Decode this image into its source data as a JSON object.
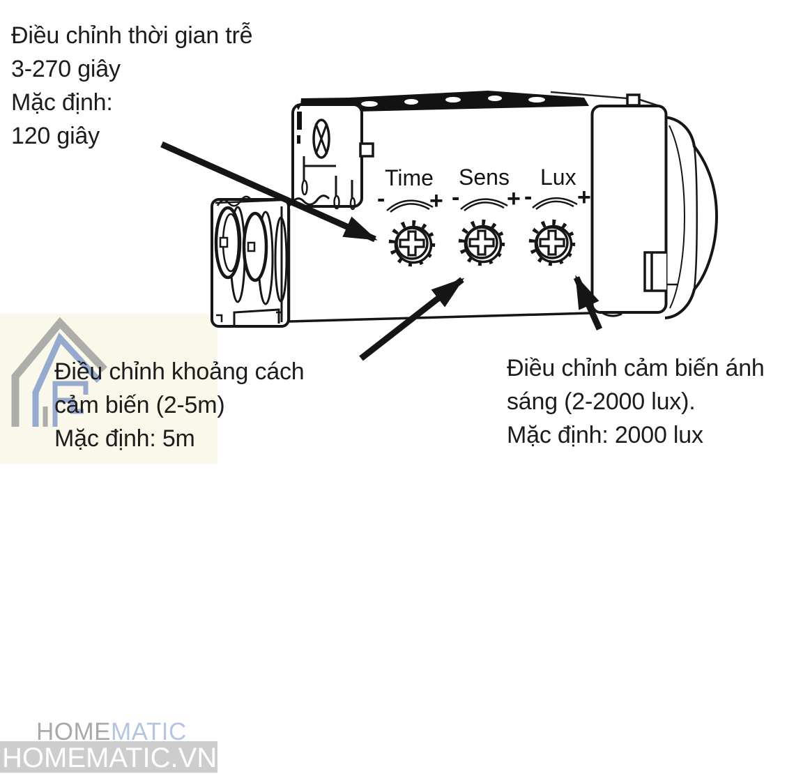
{
  "figure": {
    "annotations": {
      "time": {
        "lines": [
          "Điều chỉnh thời gian trễ",
          "3-270 giây",
          "Mặc định:",
          "120 giây"
        ]
      },
      "distance": {
        "lines": [
          "Điều chỉnh khoảng cách",
          "cảm biến (2-5m)",
          "Mặc định: 5m"
        ]
      },
      "lux": {
        "lines": [
          "Điều chỉnh cảm biến ánh",
          "sáng (2-2000 lux).",
          "Mặc định: 2000 lux"
        ]
      }
    },
    "knobs": [
      {
        "label": "Time",
        "minus": "-",
        "plus": "+"
      },
      {
        "label": "Sens",
        "minus": "-",
        "plus": "+"
      },
      {
        "label": "Lux",
        "minus": "-",
        "plus": "+"
      }
    ]
  },
  "watermark": {
    "brand_gray": "HOME",
    "brand_blue": "MATIC",
    "footer": "HOMEMATIC.VN"
  },
  "colors": {
    "ink": "#1c1c1c",
    "watermark_bg": "#f9f8ea",
    "watermark_gray": "#9b9b9b",
    "watermark_blue": "#7e96c9",
    "watermark_blue_light": "#a9bcdc",
    "watermark_band": "#c9c9c9",
    "watermark_band_text": "#ffffff"
  }
}
